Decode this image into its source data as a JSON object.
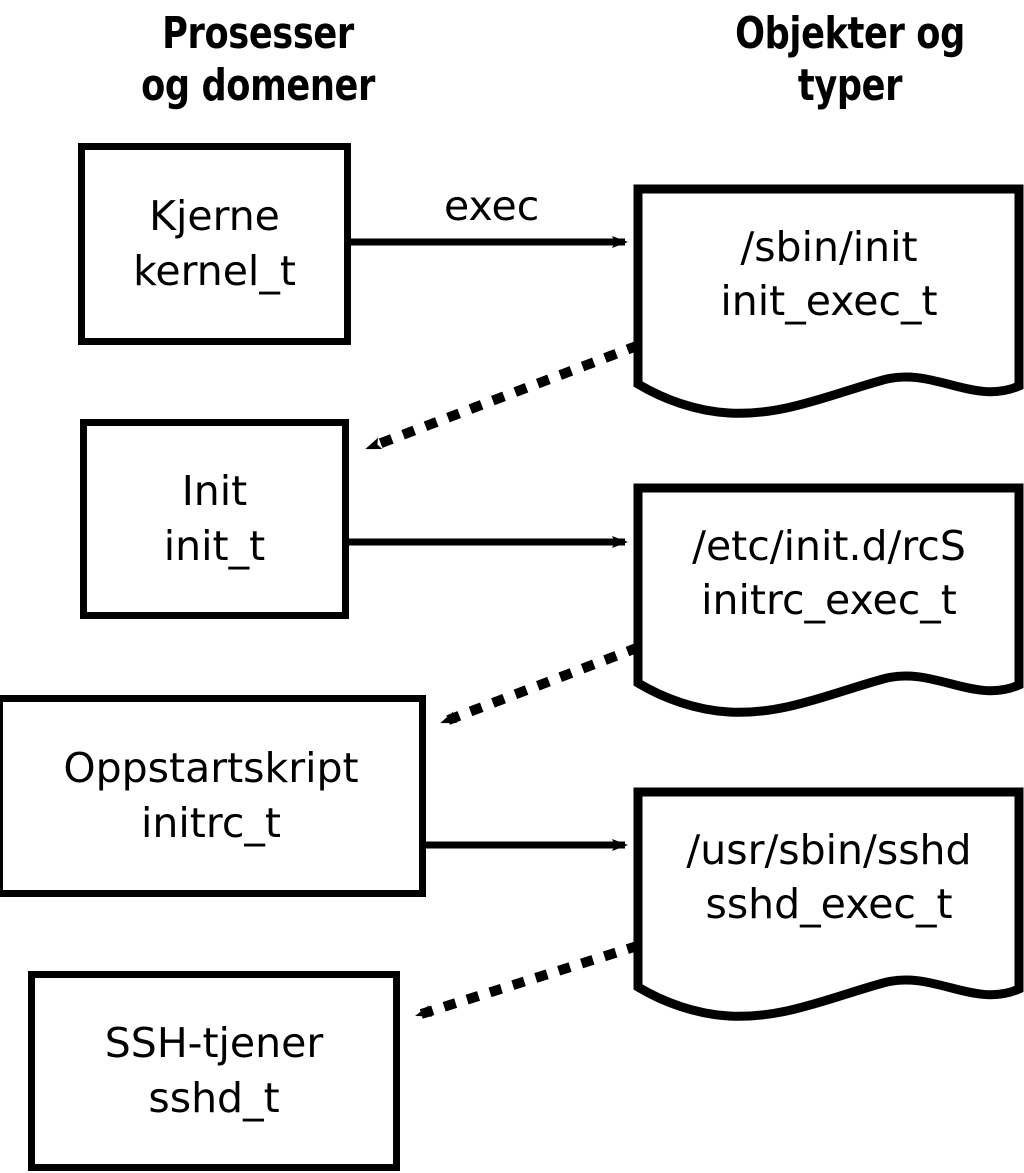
{
  "diagram": {
    "title_hidden": "",
    "columns": {
      "left_header": "Prosesser\nog domener",
      "right_header": "Objekter og\ntyper"
    },
    "process_boxes": [
      {
        "name": "kernel",
        "line1": "Kjerne",
        "line2": "kernel_t"
      },
      {
        "name": "init",
        "line1": "Init",
        "line2": "init_t"
      },
      {
        "name": "initrc",
        "line1": "Oppstartskript",
        "line2": "initrc_t"
      },
      {
        "name": "sshd",
        "line1": "SSH-tjener",
        "line2": "sshd_t"
      }
    ],
    "object_docs": [
      {
        "name": "init-exec",
        "line1": "/sbin/init",
        "line2": "init_exec_t"
      },
      {
        "name": "initrc-exec",
        "line1": "/etc/init.d/rcS",
        "line2": "initrc_exec_t"
      },
      {
        "name": "sshd-exec",
        "line1": "/usr/sbin/sshd",
        "line2": "sshd_exec_t"
      }
    ],
    "edges": [
      {
        "name": "kernel-exec-init",
        "label": "exec",
        "style": "solid",
        "from": "kernel",
        "to": "init-exec"
      },
      {
        "name": "initexec-transition",
        "label": "",
        "style": "dotted",
        "from": "init-exec",
        "to": "init"
      },
      {
        "name": "init-exec-initrc",
        "label": "",
        "style": "solid",
        "from": "init",
        "to": "initrc-exec"
      },
      {
        "name": "initrcexec-transition",
        "label": "",
        "style": "dotted",
        "from": "initrc-exec",
        "to": "initrc"
      },
      {
        "name": "initrc-exec-sshd",
        "label": "",
        "style": "solid",
        "from": "initrc",
        "to": "sshd-exec"
      },
      {
        "name": "sshdexec-transition",
        "label": "",
        "style": "dotted",
        "from": "sshd-exec",
        "to": "sshd"
      }
    ],
    "colors": {
      "stroke": "#000000",
      "fill": "#ffffff",
      "text": "#000000"
    }
  }
}
